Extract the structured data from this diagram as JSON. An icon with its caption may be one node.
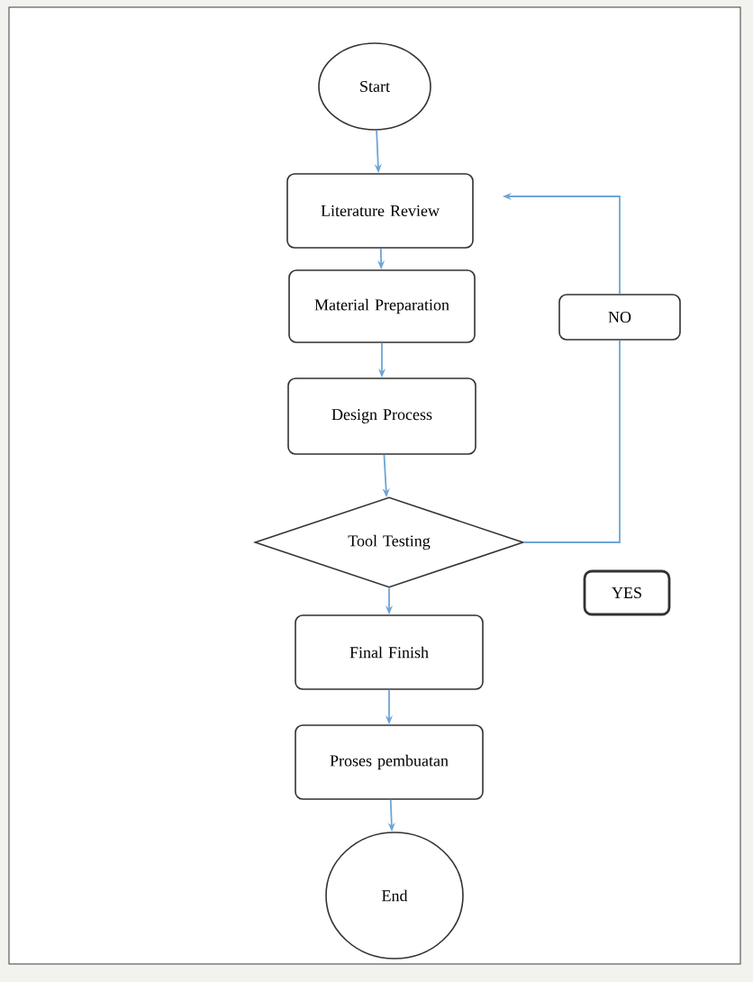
{
  "diagram": {
    "nodes": [
      {
        "text": [
          "Start"
        ]
      },
      {
        "text": [
          "Literature Review"
        ]
      },
      {
        "text": [
          "Material Preparation"
        ]
      },
      {
        "text": [
          "Design Process"
        ]
      },
      {
        "text": [
          "Tool Testing"
        ]
      },
      {
        "text": [
          "NO"
        ]
      },
      {
        "text": [
          "YES"
        ]
      },
      {
        "text": [
          "Final Finish"
        ]
      },
      {
        "text": [
          "Proses pembuatan"
        ]
      },
      {
        "text": [
          "End"
        ]
      }
    ],
    "edges": [
      {
        "from": 0,
        "to": 1,
        "arrow": "to"
      },
      {
        "from": 1,
        "to": 2,
        "arrow": "to"
      },
      {
        "from": 2,
        "to": 3,
        "arrow": "to"
      },
      {
        "from": 3,
        "to": 4,
        "arrow": "to"
      },
      {
        "from": 4,
        "to": 5,
        "arrow": "none"
      },
      {
        "from": 5,
        "to": 1,
        "arrow": "to"
      },
      {
        "from": 4,
        "to": 7,
        "arrow": "to"
      },
      {
        "from": 7,
        "to": 8,
        "arrow": "to"
      },
      {
        "from": 8,
        "to": 9,
        "arrow": "to"
      }
    ]
  }
}
